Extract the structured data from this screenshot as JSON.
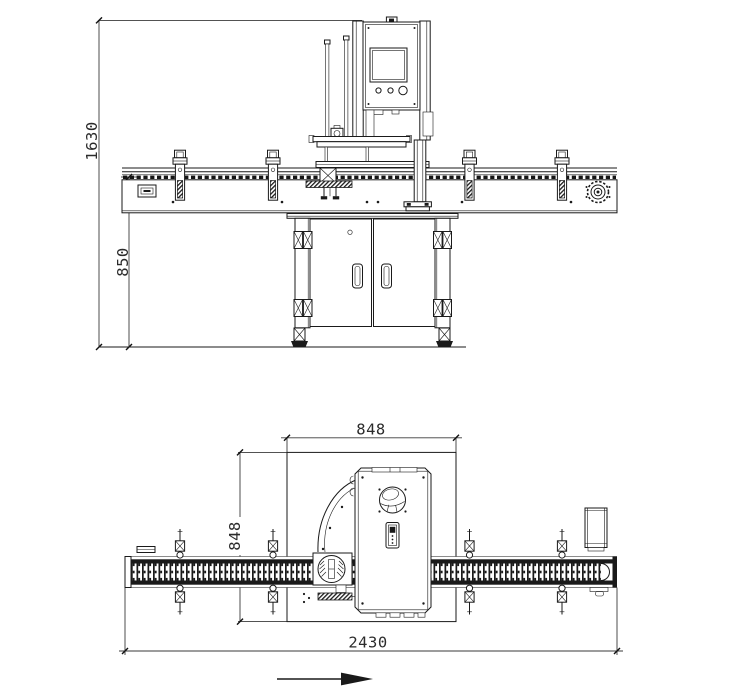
{
  "drawing": {
    "front_view": {
      "dim_overall_height": "1630",
      "dim_conveyor_height": "850"
    },
    "top_view": {
      "dim_footprint_width": "848",
      "dim_footprint_depth": "848",
      "dim_overall_length": "2430"
    },
    "flow_direction": "right"
  },
  "colors": {
    "line": "#1a1a1a",
    "background": "#ffffff"
  }
}
